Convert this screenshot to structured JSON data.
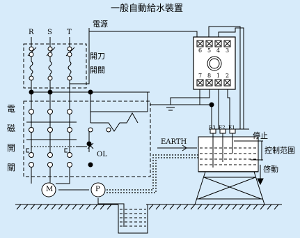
{
  "title": "一般自動給水裝置",
  "labels": {
    "power": "電源",
    "phase_r": "R",
    "phase_s": "S",
    "phase_t": "T",
    "knife_switch_line1": "開刀",
    "knife_switch_line2": "開關",
    "magnetic_switch_chars": [
      "電",
      "磁",
      "開",
      "關"
    ],
    "overload": "OL",
    "earth": "EARTH",
    "motor": "M",
    "pump": "P",
    "stop": "停止",
    "control_range": "控制范圍",
    "start": "啓動",
    "electrode_e3": "E3",
    "electrode_e2": "E2",
    "electrode_e1": "E1"
  },
  "relay_terminals": {
    "top_row": [
      "6",
      "5",
      "4",
      "3"
    ],
    "bottom_row": [
      "7",
      "8",
      "1",
      "2"
    ]
  },
  "colors": {
    "background": "#d7ebfa",
    "line": "#000000",
    "water_tank": "#ffffff"
  }
}
